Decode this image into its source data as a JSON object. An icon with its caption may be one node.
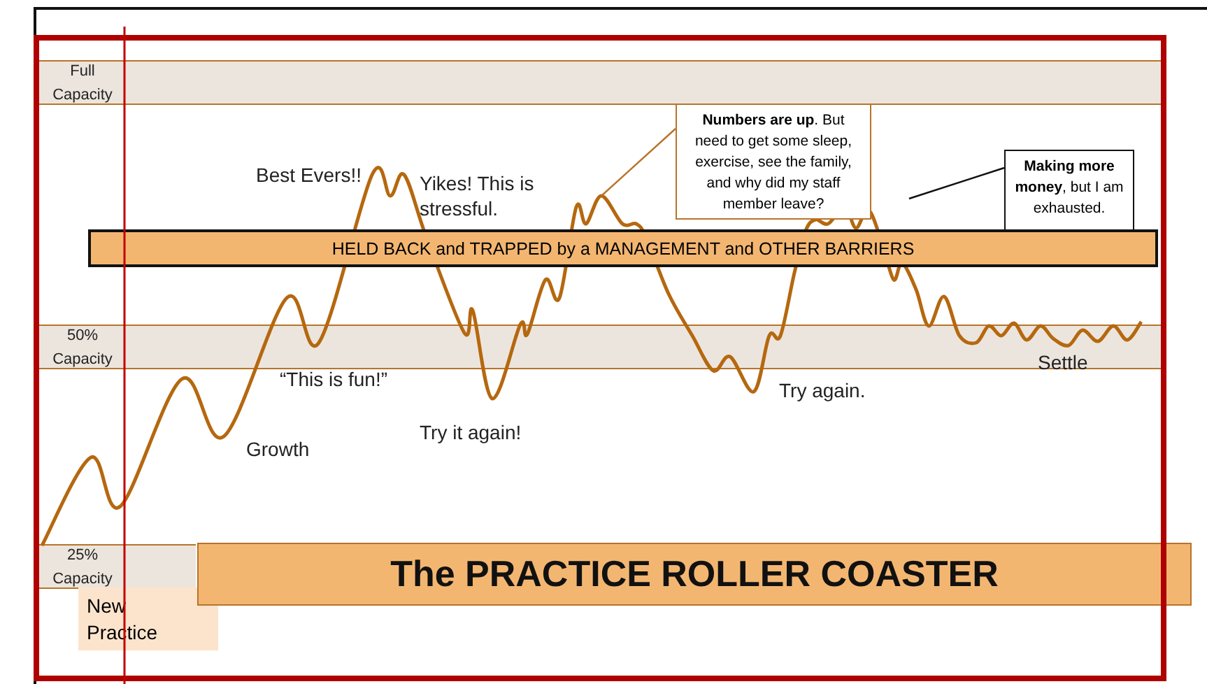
{
  "diagram": {
    "title": "The PRACTICE ROLLER COASTER",
    "nodes": [
      {
        "text": [
          "Full Capacity"
        ]
      },
      {
        "text": [
          "HELD BACK and TRAPPED by a MANAGEMENT and OTHER BARRIERS"
        ]
      },
      {
        "text": [
          "**Numbers are up**. But need to get some sleep, exercise, see the family, and why did my staff member leave?"
        ]
      },
      {
        "text": [
          "**Making more money**, but I am exhausted."
        ]
      },
      {
        "text": [
          "50% Capacity"
        ]
      },
      {
        "text": [
          "25% Capacity"
        ]
      },
      {
        "text": [
          "New Practice"
        ]
      }
    ],
    "edges": [
      {
        "from": 2,
        "to": null,
        "arrow": "none",
        "color": "#b8742a"
      },
      {
        "from": 3,
        "to": null,
        "arrow": "none",
        "color": "#111111"
      }
    ],
    "labels": [
      "Best Evers!!",
      "Yikes! This is stressful.",
      "“This is fun!”",
      "Growth",
      "Try it again!",
      "Try again.",
      "Settle"
    ]
  }
}
